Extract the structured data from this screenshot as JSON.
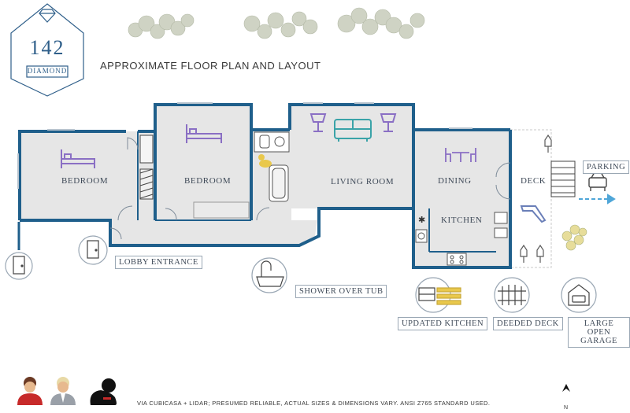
{
  "logo": {
    "number": "142",
    "name": "DIAMOND"
  },
  "heading": "APPROXIMATE FLOOR PLAN AND LAYOUT",
  "rooms": {
    "bedroom_left": "BEDROOM",
    "bedroom_right": "BEDROOM",
    "living_room": "LIVING ROOM",
    "dining": "DINING",
    "kitchen": "KITCHEN",
    "deck": "DECK"
  },
  "parking": "PARKING",
  "features": {
    "lobby_entrance": "LOBBY ENTRANCE",
    "shower_over_tub": "SHOWER OVER TUB",
    "updated_kitchen": "UPDATED KITCHEN",
    "deeded_deck": "DEEDED DECK",
    "garage_line1": "LARGE OPEN",
    "garage_line2": "GARAGE"
  },
  "footer": "VIA CUBICASA + LIDAR; PRESUMED RELIABLE, ACTUAL SIZES & DIMENSIONS VARY. ANSI Z765 STANDARD USED.",
  "compass": "N",
  "colors": {
    "wall": "#1f5f8b",
    "floor": "#e6e6e6",
    "furniture_purple": "#8a6fc4",
    "furniture_teal": "#3aa3a8",
    "accent_yellow": "#e9c84c",
    "parking_arrow": "#4fa6d8"
  }
}
